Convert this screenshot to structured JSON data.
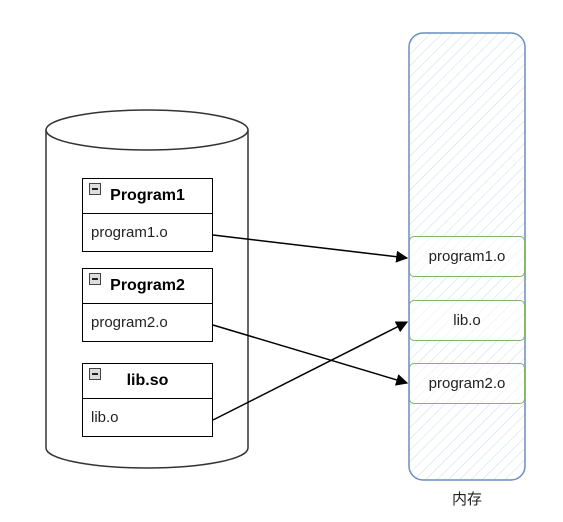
{
  "disk": {
    "files": [
      {
        "title": "Program1",
        "object": "program1.o"
      },
      {
        "title": "Program2",
        "object": "program2.o"
      },
      {
        "title": "lib.so",
        "object": "lib.o"
      }
    ]
  },
  "memory": {
    "label": "内存",
    "segments": [
      "program1.o",
      "lib.o",
      "program2.o"
    ],
    "border_color": "#6c8ebf",
    "segment_border_color": "#82b366"
  },
  "links": [
    {
      "from": "program1.o",
      "to": "program1.o"
    },
    {
      "from": "program2.o",
      "to": "program2.o"
    },
    {
      "from": "lib.o",
      "to": "lib.o"
    }
  ]
}
